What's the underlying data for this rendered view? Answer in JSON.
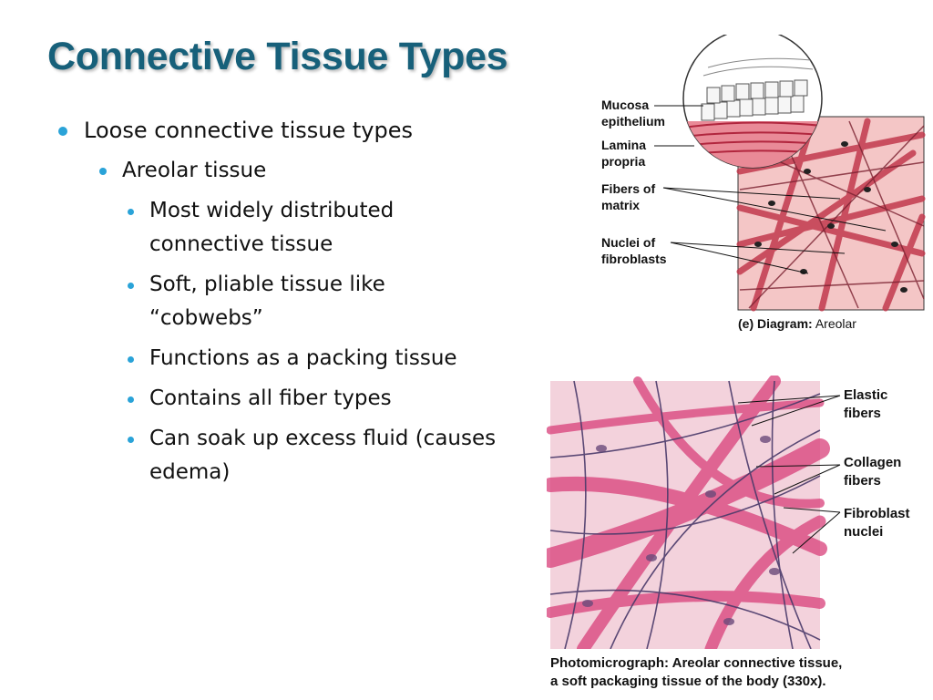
{
  "slide": {
    "title": "Connective Tissue Types"
  },
  "bullets": {
    "level1": "Loose connective tissue types",
    "level2": "Areolar tissue",
    "level3": [
      "Most widely distributed connective tissue",
      "Soft, pliable tissue like “cobwebs”",
      "Functions as a packing tissue",
      "Contains all fiber types",
      "Can soak up excess fluid (causes edema)"
    ]
  },
  "diagram": {
    "labels": {
      "mucosa": [
        "Mucosa",
        "epithelium"
      ],
      "lamina": [
        "Lamina",
        "propria"
      ],
      "fibers": [
        "Fibers of",
        "matrix"
      ],
      "nuclei": [
        "Nuclei of",
        "fibroblasts"
      ]
    },
    "caption_prefix": "(e) Diagram:",
    "caption_text": "Areolar"
  },
  "photo": {
    "labels": {
      "elastic": [
        "Elastic",
        "fibers"
      ],
      "collagen": [
        "Collagen",
        "fibers"
      ],
      "fibroblast": [
        "Fibroblast",
        "nuclei"
      ]
    },
    "caption_line1": "Photomicrograph: Areolar connective tissue,",
    "caption_line2": "a soft packaging tissue of the body (330x)."
  },
  "colors": {
    "title": "#17607a",
    "bullet": "#2aa3d8",
    "tissue_bg": "#f5c9c9",
    "collagen": "#c8304e"
  }
}
